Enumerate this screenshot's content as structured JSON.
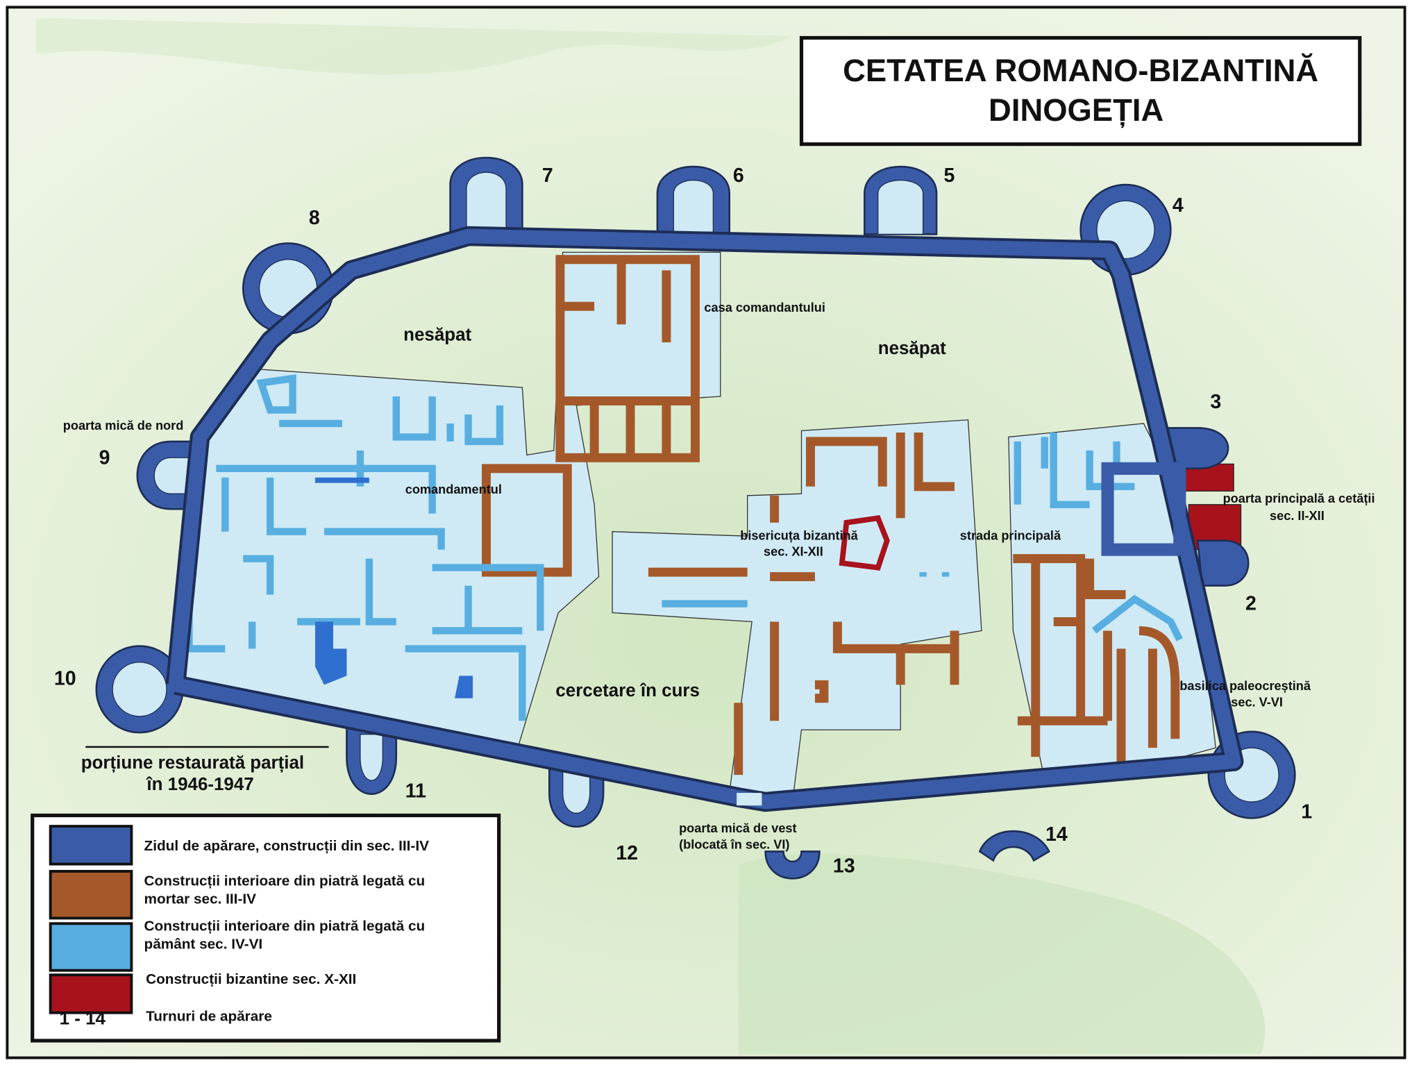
{
  "title": {
    "line1": "CETATEA ROMANO-BIZANTINĂ",
    "line2": "DINOGEȚIA"
  },
  "colors": {
    "background": "#e3efd6",
    "wall": "#3a5ca8",
    "wall_outline": "#1d2d55",
    "interior": "#cfeaf5",
    "mortar": "#a5592a",
    "earth": "#58aee0",
    "byzantine": "#a8121c"
  },
  "towers": [
    "1",
    "2",
    "3",
    "4",
    "5",
    "6",
    "7",
    "8",
    "9",
    "10",
    "11",
    "12",
    "13",
    "14"
  ],
  "labels": {
    "nesapat_west": "nesăpat",
    "nesapat_east": "nesăpat",
    "casa_comandantului": "casa comandantului",
    "comandamentul": "comandamentul",
    "poarta_mica_nord": "poarta mică de nord",
    "bisericuta": "bisericuța bizantină",
    "bisericuta_sec": "sec. XI-XII",
    "strada_principala": "strada principală",
    "poarta_principala": "poarta principală a cetății",
    "poarta_principala_sec": "sec. II-XII",
    "basilica": "basilica paleocreștină",
    "basilica_sec": "sec. V-VI",
    "cercetare": "cercetare în curs",
    "poarta_mica_vest": "poarta mică de vest",
    "poarta_mica_vest_note": "(blocată în sec. VI)",
    "restaurata_1": "porțiune restaurată parțial",
    "restaurata_2": "în 1946-1947"
  },
  "legend": {
    "items": [
      {
        "label": "Zidul de apărare, construcții din sec. III-IV",
        "color": "#3a5ca8"
      },
      {
        "label": "Construcții interioare din piatră legată cu",
        "label2": "mortar sec. III-IV",
        "color": "#a5592a"
      },
      {
        "label": "Construcții interioare din piatră legată cu",
        "label2": "pământ sec. IV-VI",
        "color": "#58aee0"
      },
      {
        "label": "Construcții bizantine sec. X-XII",
        "color": "#a8121c"
      }
    ],
    "towers_key": "1 - 14",
    "towers_label": "Turnuri de apărare"
  }
}
